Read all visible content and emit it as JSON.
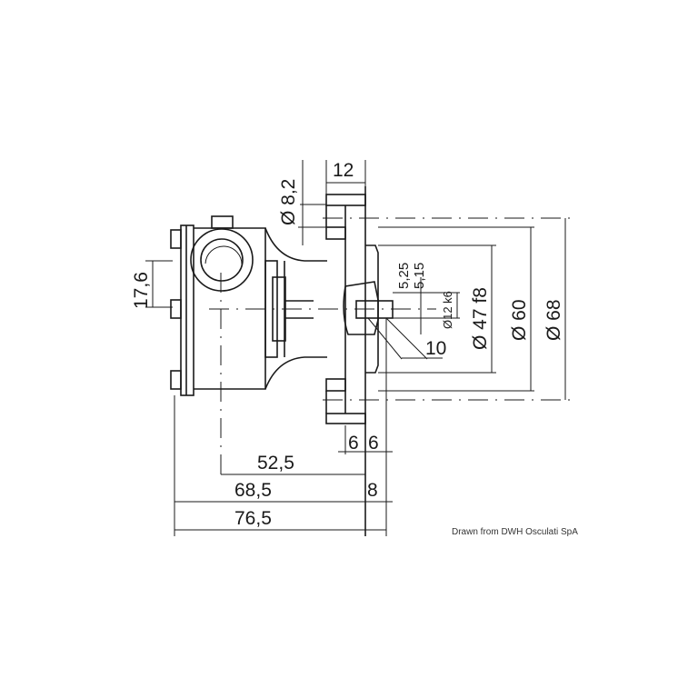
{
  "drawing": {
    "dimensions": {
      "flange_width": "12",
      "bolt_hole_diameter": "Ø 8,2",
      "port_offset": "17,6",
      "key_a": "5,25",
      "key_b": "5,15",
      "shaft_diameter": "Ø12 k6",
      "shaft_length": "10",
      "pilot_diameter": "Ø 47 f8",
      "flange_inner_diameter": "Ø 60",
      "bolt_circle_diameter": "Ø 68",
      "flange_step_a": "6",
      "flange_step_b": "6",
      "length_to_flange": "52,5",
      "length_body": "68,5",
      "hub_length": "8",
      "overall_length": "76,5"
    },
    "credit": "Drawn from DWH Osculati SpA"
  }
}
